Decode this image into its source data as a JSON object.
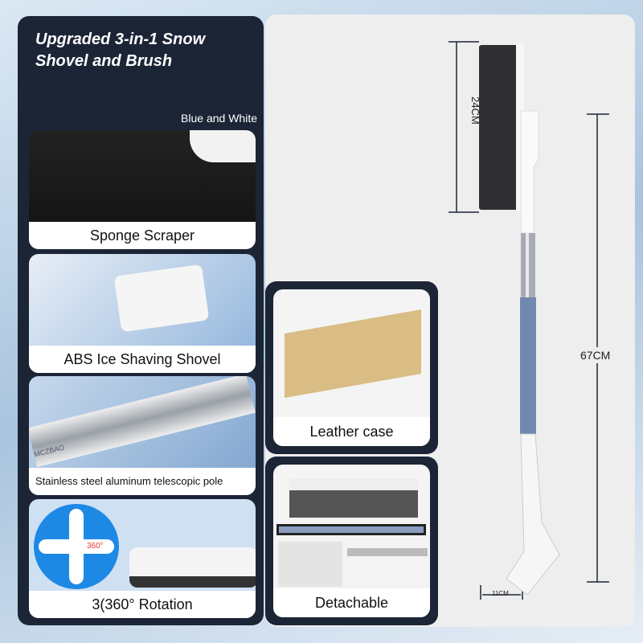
{
  "title": "Upgraded 3-in-1 Snow Shovel and Brush",
  "color_label": "Blue and White",
  "features": [
    {
      "label": "Sponge Scraper"
    },
    {
      "label": "ABS Ice Shaving Shovel"
    },
    {
      "label": "Stainless steel aluminum telescopic pole",
      "brand": "MCZBAO"
    },
    {
      "label": "3(360° Rotation",
      "badge": "360°"
    }
  ],
  "extras": [
    {
      "label": "Leather case"
    },
    {
      "label": "Detachable"
    }
  ],
  "dimensions": {
    "brush": "24CM",
    "total": "67CM",
    "blade": "11CM"
  },
  "colors": {
    "panel": "#1b2536",
    "accent": "#7189b0",
    "rotation_circle": "#1e88e5"
  }
}
